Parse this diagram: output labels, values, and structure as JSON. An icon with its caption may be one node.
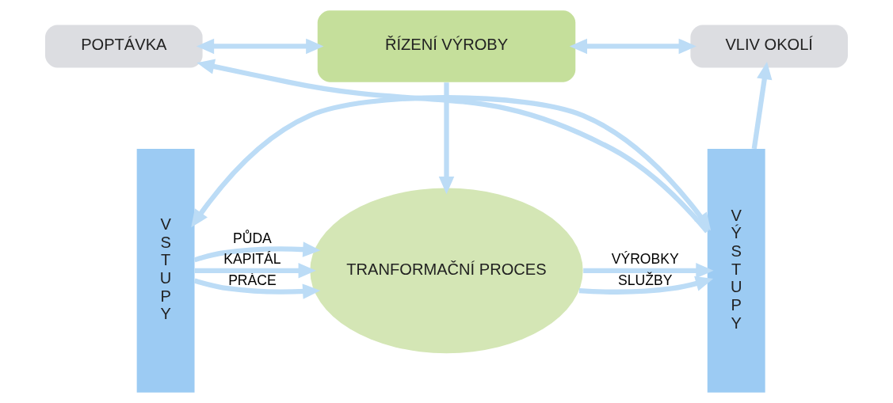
{
  "diagram": {
    "nodes": [
      {
        "text": [
          "POPTÁVKA"
        ]
      },
      {
        "text": [
          "ŘÍZENÍ VÝROBY"
        ]
      },
      {
        "text": [
          "VLIV OKOLÍ"
        ]
      },
      {
        "text": [
          "V S T U P Y"
        ]
      },
      {
        "text": [
          "TRANFORMAČNÍ PROCES"
        ]
      },
      {
        "text": [
          "V Ý S T U P Y"
        ]
      }
    ],
    "edges": [
      {
        "from": 0,
        "to": 1,
        "arrow": "both"
      },
      {
        "from": 1,
        "to": 2,
        "arrow": "both"
      },
      {
        "from": 1,
        "to": 4,
        "arrow": "to"
      },
      {
        "from": 3,
        "to": 5,
        "arrow": "both"
      },
      {
        "from": 3,
        "to": 4,
        "arrow": "to",
        "label": "PRÁCE"
      },
      {
        "from": 3,
        "to": 4,
        "arrow": "to",
        "label": "PŮDA"
      },
      {
        "from": 3,
        "to": 4,
        "arrow": "to",
        "label": "KAPITÁL"
      },
      {
        "from": 4,
        "to": 5,
        "arrow": "to",
        "label": "VÝROBKY"
      },
      {
        "from": 4,
        "to": 5,
        "arrow": "to",
        "label": "SLUŽBY"
      },
      {
        "from": 5,
        "to": 2,
        "arrow": "to"
      },
      {
        "from": 5,
        "to": 0,
        "arrow": "to"
      }
    ]
  }
}
